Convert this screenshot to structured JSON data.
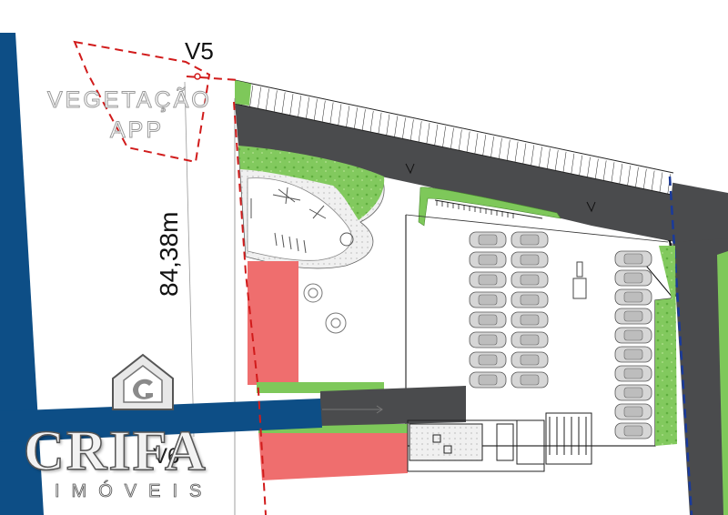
{
  "labels": {
    "vertex_top": "V5",
    "vegetation_line1": "VEGETAÇÃO",
    "vegetation_line2": "APP",
    "distance": "84,38m",
    "vertex_bottom": "V6"
  },
  "watermark": {
    "brand": "CRIFA",
    "subtitle": "IMÓVEIS",
    "icon": "house-c-logo-icon"
  },
  "colors": {
    "boundary_blue": "#0d4e86",
    "road": "#4a4b4d",
    "grass": "#7ec85a",
    "building_red": "#ef6e6e",
    "property_line": "#d11b1b",
    "road_edge": "#1a3a9a"
  }
}
